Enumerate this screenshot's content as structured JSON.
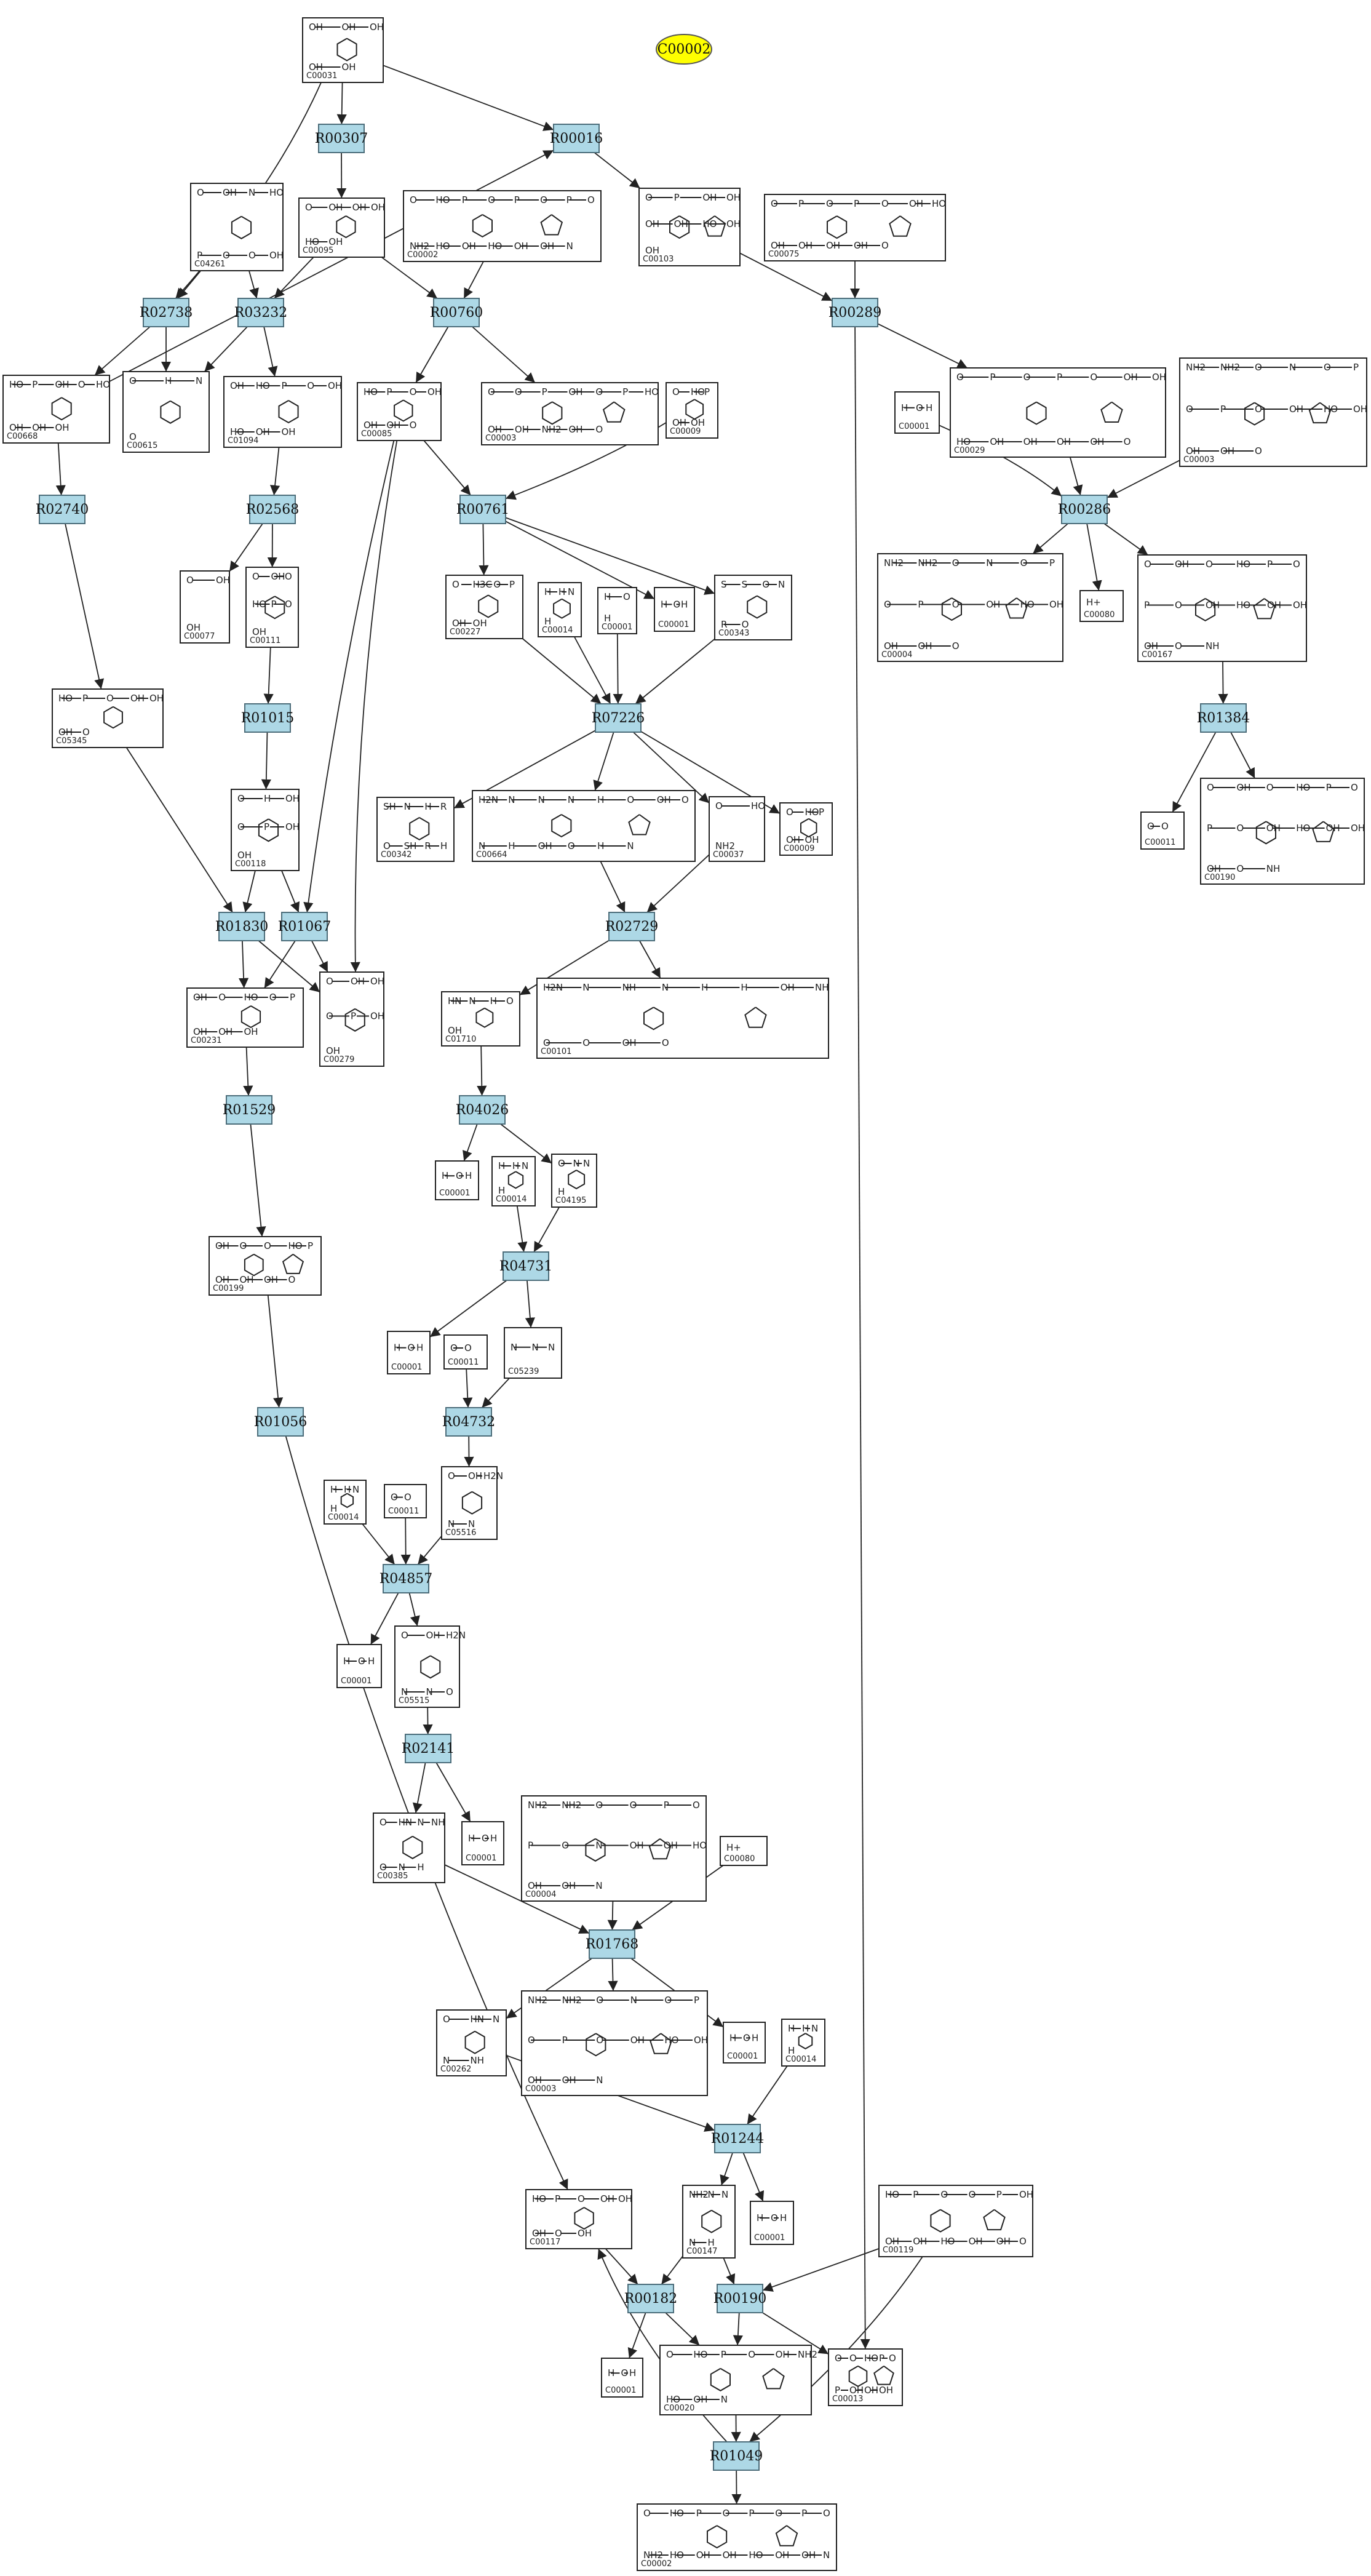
{
  "highlight": {
    "label": "C00002"
  },
  "reactions": [
    {
      "id": "R00307"
    },
    {
      "id": "R00016"
    },
    {
      "id": "R02738"
    },
    {
      "id": "R03232"
    },
    {
      "id": "R00760"
    },
    {
      "id": "R00289"
    },
    {
      "id": "R02740"
    },
    {
      "id": "R02568"
    },
    {
      "id": "R00761"
    },
    {
      "id": "R00286"
    },
    {
      "id": "R01015"
    },
    {
      "id": "R07226"
    },
    {
      "id": "R01384"
    },
    {
      "id": "R01830"
    },
    {
      "id": "R01067"
    },
    {
      "id": "R02729"
    },
    {
      "id": "R01529"
    },
    {
      "id": "R04026"
    },
    {
      "id": "R04731"
    },
    {
      "id": "R01056"
    },
    {
      "id": "R04732"
    },
    {
      "id": "R04857"
    },
    {
      "id": "R02141"
    },
    {
      "id": "R01768"
    },
    {
      "id": "R01244"
    },
    {
      "id": "R00182"
    },
    {
      "id": "R00190"
    },
    {
      "id": "R01049"
    }
  ],
  "compounds": [
    {
      "key": "c00031",
      "label": "C00031",
      "atoms": [
        "OH",
        "OH",
        "OH",
        "OH",
        "OH"
      ]
    },
    {
      "key": "c00668",
      "label": "C00668",
      "atoms": [
        "HO",
        "P",
        "O",
        "O",
        "OH",
        "OH",
        "OH"
      ]
    },
    {
      "key": "c04261",
      "label": "C04261",
      "atoms": [
        "O",
        "OH",
        "N",
        "HO",
        "P",
        "O",
        "O",
        "OH"
      ]
    },
    {
      "key": "c00095",
      "label": "C00095",
      "atoms": [
        "O",
        "OH",
        "OH",
        "OH",
        "HO",
        "OH"
      ]
    },
    {
      "key": "c00002a",
      "label": "C00002",
      "atoms": [
        "O",
        "HO",
        "P",
        "O",
        "P",
        "O",
        "P",
        "O",
        "NH2",
        "HO",
        "OH",
        "HO",
        "OH",
        "OH",
        "N"
      ]
    },
    {
      "key": "c00103",
      "label": "C00103",
      "atoms": [
        "O",
        "P",
        "OH",
        "OH",
        "OH",
        "OH",
        "HO",
        "OH",
        "OH"
      ]
    },
    {
      "key": "c00075",
      "label": "C00075",
      "atoms": [
        "O",
        "P",
        "O",
        "P",
        "O",
        "OH",
        "HO",
        "OH",
        "OH",
        "OH",
        "OH",
        "O"
      ]
    },
    {
      "key": "c00668b",
      "label": "C00668",
      "atoms": [
        "HO",
        "P",
        "OH",
        "O",
        "HO",
        "OH",
        "OH",
        "OH"
      ]
    },
    {
      "key": "c00615",
      "label": "C00615",
      "atoms": [
        "O",
        "H",
        "N",
        "O"
      ]
    },
    {
      "key": "c01094",
      "label": "C01094",
      "atoms": [
        "OH",
        "HO",
        "P",
        "O",
        "OH",
        "HO",
        "OH",
        "OH"
      ]
    },
    {
      "key": "c00085",
      "label": "C00085",
      "atoms": [
        "HO",
        "P",
        "O",
        "OH",
        "OH",
        "OH",
        "O"
      ]
    },
    {
      "key": "c00003a",
      "label": "C00003",
      "atoms": [
        "O",
        "O",
        "P",
        "OH",
        "O",
        "P",
        "HO",
        "OH",
        "OH",
        "NH2",
        "OH",
        "O"
      ]
    },
    {
      "key": "c00009a",
      "label": "C00009",
      "atoms": [
        "O",
        "HO",
        "P",
        "OH",
        "OH"
      ]
    },
    {
      "key": "c00001a",
      "label": "C00001",
      "atoms": [
        "H",
        "O",
        "H"
      ]
    },
    {
      "key": "c00029",
      "label": "C00029",
      "atoms": [
        "O",
        "P",
        "O",
        "P",
        "O",
        "OH",
        "OH",
        "HO",
        "OH",
        "OH",
        "OH",
        "OH",
        "O"
      ]
    },
    {
      "key": "c00003b",
      "label": "C00003",
      "atoms": [
        "NH2",
        "NH2",
        "O",
        "N",
        "O",
        "P",
        "O",
        "P",
        "O",
        "OH",
        "HO",
        "OH",
        "OH",
        "OH",
        "O"
      ]
    },
    {
      "key": "c00077",
      "label": "C00077",
      "atoms": [
        "O",
        "OH",
        "OH"
      ]
    },
    {
      "key": "c00111",
      "label": "C00111",
      "atoms": [
        "O",
        "OH",
        "O",
        "HO",
        "P",
        "O",
        "OH"
      ]
    },
    {
      "key": "c00227",
      "label": "C00227",
      "atoms": [
        "O",
        "H3C",
        "O",
        "P",
        "OH",
        "OH"
      ]
    },
    {
      "key": "c00014a",
      "label": "C00014",
      "atoms": [
        "H",
        "H",
        "N",
        "H"
      ]
    },
    {
      "key": "c00001b",
      "label": "C00001",
      "atoms": [
        "H",
        "O",
        "H"
      ]
    },
    {
      "key": "c00001c",
      "label": "C00001",
      "atoms": [
        "H",
        "O",
        "H"
      ]
    },
    {
      "key": "c00343",
      "label": "C00343",
      "atoms": [
        "S",
        "S",
        "O",
        "N",
        "R",
        "O"
      ]
    },
    {
      "key": "c00004a",
      "label": "C00004",
      "atoms": [
        "NH2",
        "NH2",
        "O",
        "N",
        "O",
        "P",
        "O",
        "P",
        "O",
        "OH",
        "HO",
        "OH",
        "OH",
        "OH",
        "O"
      ]
    },
    {
      "key": "c00080a",
      "label": "C00080",
      "atoms": [
        "H+"
      ]
    },
    {
      "key": "c00167",
      "label": "C00167",
      "atoms": [
        "O",
        "OH",
        "O",
        "HO",
        "P",
        "O",
        "P",
        "O",
        "OH",
        "HO",
        "OH",
        "OH",
        "OH",
        "O",
        "NH"
      ]
    },
    {
      "key": "c05345",
      "label": "C05345",
      "atoms": [
        "HO",
        "P",
        "O",
        "OH",
        "OH",
        "OH",
        "O"
      ]
    },
    {
      "key": "c00118",
      "label": "C00118",
      "atoms": [
        "O",
        "H",
        "OH",
        "O",
        "P",
        "OH",
        "OH"
      ]
    },
    {
      "key": "c00342",
      "label": "C00342",
      "atoms": [
        "SH",
        "N",
        "H",
        "R",
        "O",
        "SH",
        "R",
        "H"
      ]
    },
    {
      "key": "c00664",
      "label": "C00664",
      "atoms": [
        "H2N",
        "N",
        "N",
        "N",
        "H",
        "O",
        "OH",
        "O",
        "N",
        "H",
        "OH",
        "O",
        "H",
        "N"
      ]
    },
    {
      "key": "c00037",
      "label": "C00037",
      "atoms": [
        "O",
        "HO",
        "NH2"
      ]
    },
    {
      "key": "c00009b",
      "label": "C00009",
      "atoms": [
        "O",
        "HO",
        "P",
        "OH",
        "OH"
      ]
    },
    {
      "key": "c00011a",
      "label": "C00011",
      "atoms": [
        "O",
        "O"
      ]
    },
    {
      "key": "c00190",
      "label": "C00190",
      "atoms": [
        "O",
        "OH",
        "O",
        "HO",
        "P",
        "O",
        "P",
        "O",
        "OH",
        "HO",
        "OH",
        "OH",
        "OH",
        "O",
        "NH"
      ]
    },
    {
      "key": "c00231",
      "label": "C00231",
      "atoms": [
        "OH",
        "O",
        "HO",
        "O",
        "P",
        "OH",
        "OH",
        "OH"
      ]
    },
    {
      "key": "c00279",
      "label": "C00279",
      "atoms": [
        "O",
        "OH",
        "OH",
        "O",
        "P",
        "OH",
        "OH"
      ]
    },
    {
      "key": "c01710",
      "label": "C01710",
      "atoms": [
        "HN",
        "N",
        "H",
        "O",
        "OH"
      ]
    },
    {
      "key": "c00101",
      "label": "C00101",
      "atoms": [
        "H2N",
        "N",
        "NH",
        "N",
        "H",
        "H",
        "OH",
        "NH",
        "O",
        "O",
        "OH",
        "O"
      ]
    },
    {
      "key": "c00199",
      "label": "C00199",
      "atoms": [
        "OH",
        "O",
        "O",
        "HO",
        "P",
        "OH",
        "OH",
        "OH",
        "O"
      ]
    },
    {
      "key": "c00001d",
      "label": "C00001",
      "atoms": [
        "H",
        "O",
        "H"
      ]
    },
    {
      "key": "c00014b",
      "label": "C00014",
      "atoms": [
        "H",
        "H",
        "N",
        "H"
      ]
    },
    {
      "key": "c04195",
      "label": "C04195",
      "atoms": [
        "O",
        "N",
        "N",
        "H"
      ]
    },
    {
      "key": "c00001e",
      "label": "C00001",
      "atoms": [
        "H",
        "O",
        "H"
      ]
    },
    {
      "key": "c00011b",
      "label": "C00011",
      "atoms": [
        "O",
        "O"
      ]
    },
    {
      "key": "c05239",
      "label": "C05239",
      "atoms": [
        "N",
        "N",
        "N"
      ]
    },
    {
      "key": "c00014c",
      "label": "C00014",
      "atoms": [
        "H",
        "H",
        "N",
        "H"
      ]
    },
    {
      "key": "c00011c",
      "label": "C00011",
      "atoms": [
        "O",
        "O"
      ]
    },
    {
      "key": "c05516",
      "label": "C05516",
      "atoms": [
        "O",
        "OH",
        "H2N",
        "N",
        "N"
      ]
    },
    {
      "key": "c00001f",
      "label": "C00001",
      "atoms": [
        "H",
        "O",
        "H"
      ]
    },
    {
      "key": "c05515",
      "label": "C05515",
      "atoms": [
        "O",
        "OH",
        "H2N",
        "N",
        "N",
        "O"
      ]
    },
    {
      "key": "c00385",
      "label": "C00385",
      "atoms": [
        "O",
        "HN",
        "N",
        "NH",
        "O",
        "N",
        "H"
      ]
    },
    {
      "key": "c00001g",
      "label": "C00001",
      "atoms": [
        "H",
        "O",
        "H"
      ]
    },
    {
      "key": "c00004b",
      "label": "C00004",
      "atoms": [
        "NH2",
        "NH2",
        "O",
        "O",
        "P",
        "O",
        "P",
        "O",
        "N",
        "OH",
        "OH",
        "HO",
        "OH",
        "OH",
        "N"
      ]
    },
    {
      "key": "c00080b",
      "label": "C00080",
      "atoms": [
        "H+"
      ]
    },
    {
      "key": "c00262",
      "label": "C00262",
      "atoms": [
        "O",
        "HN",
        "N",
        "N",
        "NH"
      ]
    },
    {
      "key": "c00003c",
      "label": "C00003",
      "atoms": [
        "NH2",
        "NH2",
        "O",
        "N",
        "O",
        "P",
        "O",
        "P",
        "O",
        "OH",
        "HO",
        "OH",
        "OH",
        "OH",
        "N"
      ]
    },
    {
      "key": "c00001h",
      "label": "C00001",
      "atoms": [
        "H",
        "O",
        "H"
      ]
    },
    {
      "key": "c00014d",
      "label": "C00014",
      "atoms": [
        "H",
        "H",
        "N",
        "H"
      ]
    },
    {
      "key": "c00117",
      "label": "C00117",
      "atoms": [
        "HO",
        "P",
        "O",
        "OH",
        "OH",
        "OH",
        "O",
        "OH"
      ]
    },
    {
      "key": "c00147",
      "label": "C00147",
      "atoms": [
        "NH2",
        "N",
        "N",
        "N",
        "H"
      ]
    },
    {
      "key": "c00001i",
      "label": "C00001",
      "atoms": [
        "H",
        "O",
        "H"
      ]
    },
    {
      "key": "c00119",
      "label": "C00119",
      "atoms": [
        "HO",
        "P",
        "O",
        "O",
        "P",
        "OH",
        "OH",
        "OH",
        "HO",
        "OH",
        "OH",
        "O"
      ]
    },
    {
      "key": "c00001j",
      "label": "C00001",
      "atoms": [
        "H",
        "O",
        "H"
      ]
    },
    {
      "key": "c00020",
      "label": "C00020",
      "atoms": [
        "O",
        "HO",
        "P",
        "O",
        "OH",
        "NH2",
        "HO",
        "OH",
        "N"
      ]
    },
    {
      "key": "c00013",
      "label": "C00013",
      "atoms": [
        "O",
        "O",
        "HO",
        "P",
        "O",
        "P",
        "OH",
        "OH",
        "OH"
      ]
    },
    {
      "key": "c00002b",
      "label": "C00002",
      "atoms": [
        "O",
        "HO",
        "P",
        "O",
        "P",
        "O",
        "P",
        "O",
        "NH2",
        "HO",
        "OH",
        "OH",
        "HO",
        "OH",
        "OH",
        "N"
      ]
    }
  ]
}
